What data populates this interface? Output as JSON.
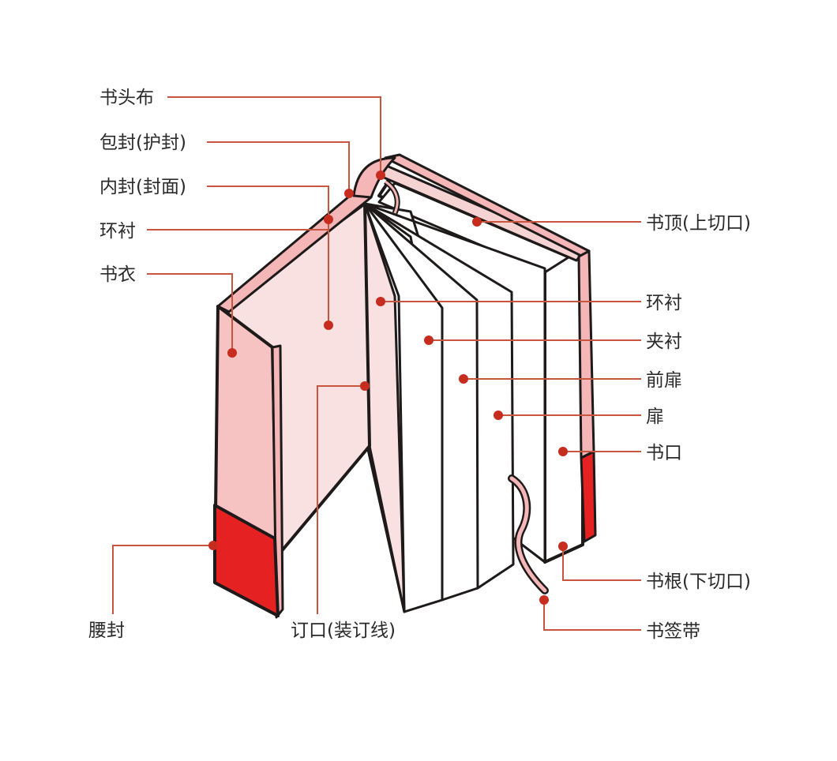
{
  "labels": {
    "headband": "书头布",
    "dust_jacket": "包封(护封)",
    "inner_cover": "内封(封面)",
    "endpaper_left": "环衬",
    "book_jacket": "书衣",
    "belly_band": "腰封",
    "gutter": "订口(装订线)",
    "top_edge": "书顶(上切口)",
    "endpaper_right": "环衬",
    "interleaf": "夹衬",
    "front_title": "前扉",
    "title_page": "扉",
    "fore_edge": "书口",
    "bottom_edge": "书根(下切口)",
    "ribbon_marker": "书签带"
  },
  "colors": {
    "accent": "#c62d1f",
    "leader": "#c8553d",
    "pink_light": "#f9e1e1",
    "pink": "#f7c2c2",
    "red": "#e62121",
    "ink": "#1e1a1a"
  }
}
